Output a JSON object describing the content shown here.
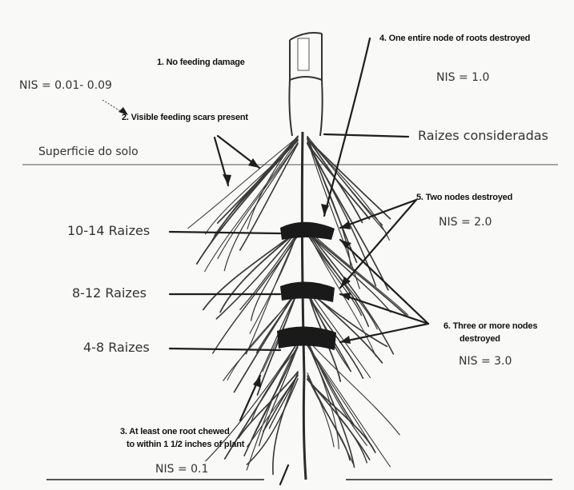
{
  "labels": {
    "no_feeding": "1. No feeding damage",
    "nis_low": "NIS = 0.01- 0.09",
    "visible_scars": "2. Visible feeding scars present",
    "surface": "Superficie do solo",
    "node_destroyed": "4. One entire node of roots destroyed",
    "nis_one": "NIS = 1.0",
    "roots_considered": "Raizes consideradas",
    "two_nodes": "5. Two nodes destroyed",
    "nis_two": "NIS = 2.0",
    "roots_10_14": "10-14 Raizes",
    "roots_8_12": "8-12 Raizes",
    "roots_4_8": "4-8 Raizes",
    "three_nodes_1": "6. Three or more nodes",
    "three_nodes_2": "destroyed",
    "nis_three": "NIS = 3.0",
    "root_chewed_1": "3. At least one root chewed",
    "root_chewed_2": "to within 1 1/2 inches of plant",
    "nis_point_one": "NIS = 0.1"
  },
  "colors": {
    "line": "#2a2a2a",
    "root": "#333333",
    "node_damage": "#1a1a1a",
    "surface_line": "#888888"
  }
}
